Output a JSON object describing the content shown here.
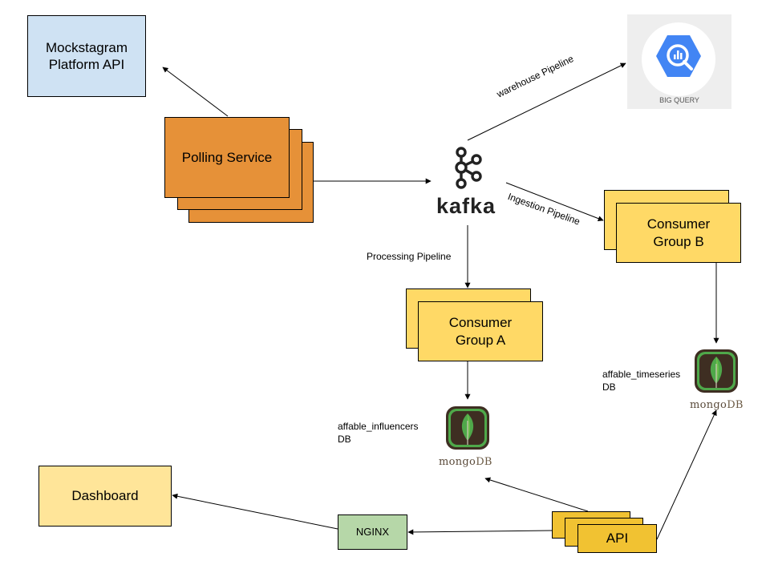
{
  "nodes": {
    "mockstagram": "Mockstagram Platform API",
    "polling": "Polling Service",
    "kafka": "kafka",
    "bigquery": "BIG QUERY",
    "consumer_a": "Consumer Group A",
    "consumer_b": "Consumer Group B",
    "dashboard": "Dashboard",
    "nginx": "NGINX",
    "api": "API",
    "mongodb_word": "mongo",
    "mongodb_word_suffix": "DB"
  },
  "edges": {
    "warehouse": "warehouse Pipeline",
    "ingestion": "Ingestion Pipeline",
    "processing": "Processing Pipeline"
  },
  "databases": {
    "influencers_line1": "affable_influencers",
    "influencers_line2": "DB",
    "timeseries_line1": "affable_timeseries",
    "timeseries_line2": "DB"
  },
  "colors": {
    "platform_api": "#cfe2f3",
    "polling_service": "#e69138",
    "consumer_group": "#ffd966",
    "dashboard": "#ffe599",
    "nginx": "#b6d7a8",
    "api": "#f1c232",
    "bigquery_blue": "#4285f4",
    "mongo_green": "#4fa84a"
  }
}
